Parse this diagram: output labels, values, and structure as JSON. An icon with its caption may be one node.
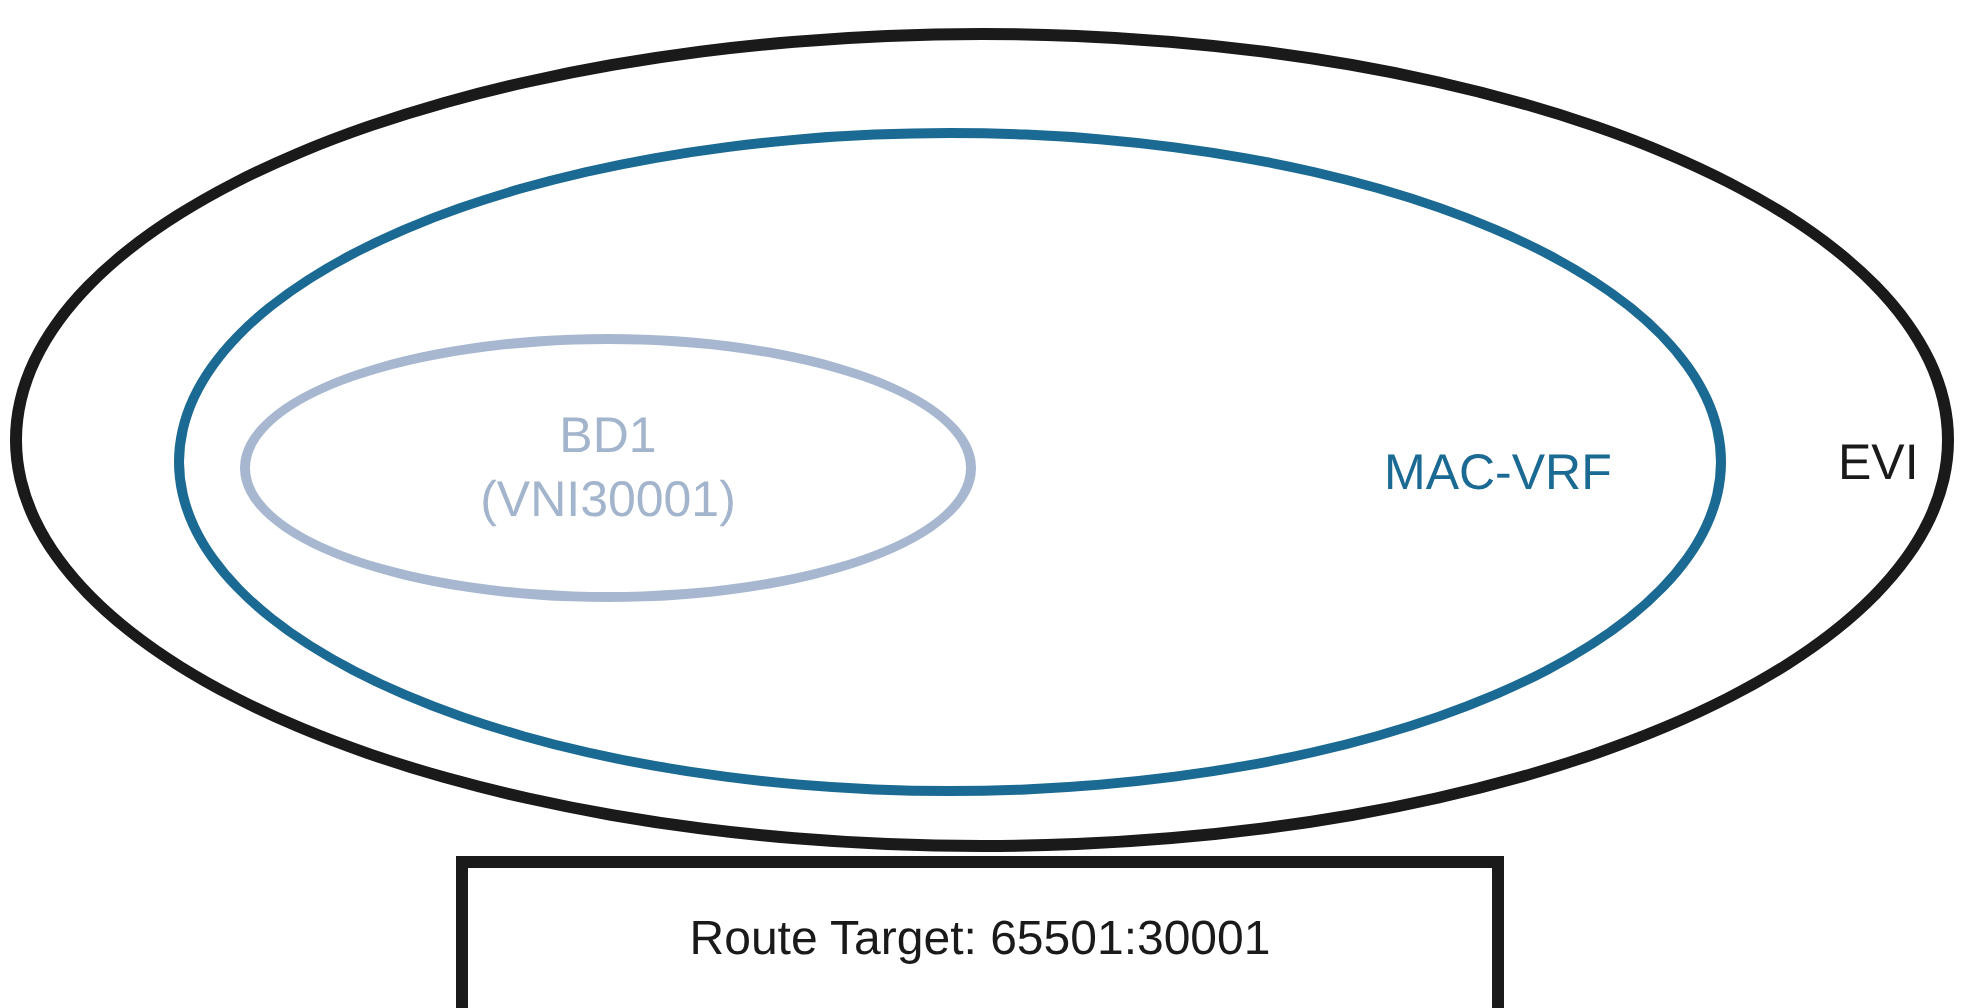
{
  "diagram": {
    "nodes": [
      {
        "text": [
          "EVI"
        ]
      },
      {
        "text": [
          "MAC-VRF"
        ],
        "in": 0
      },
      {
        "text": [
          "BD1 (VNI30001)"
        ],
        "in": 1
      },
      {
        "text": [
          "Route Target: 65501:30001"
        ]
      }
    ],
    "edges": []
  }
}
